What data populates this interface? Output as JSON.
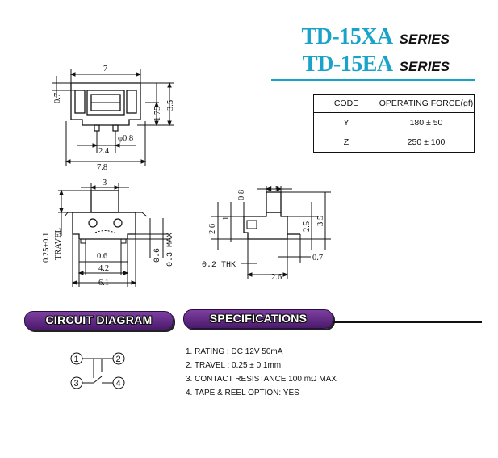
{
  "header": {
    "model_1": "TD-15XA",
    "model_2": "TD-15EA",
    "series_label": "SERIES"
  },
  "force_table": {
    "headers": [
      "CODE",
      "OPERATING FORCE(gf)"
    ],
    "rows": [
      {
        "code": "Y",
        "force": "180 ± 50"
      },
      {
        "code": "Z",
        "force": "250 ± 100"
      }
    ]
  },
  "dimensions": {
    "top_width": "7",
    "top_left_height": "0.7",
    "top_right_height": "1.75",
    "top_total_height": "3.5",
    "pin_spacing": "2.4",
    "pin_diameter": "φ0.8",
    "base_width": "7.8",
    "front_top": "3",
    "front_travel": "0.25±0.1",
    "front_travel_label": "TRAVEL",
    "front_inner_pad": "0.6",
    "front_pad_spacing": "4.2",
    "front_total": "6.1",
    "front_height_a": "0.6",
    "front_height_b": "0.3 MAX",
    "side_top": "1.5",
    "side_top_offset": "0.8",
    "side_height": "2.6",
    "side_stem": "1",
    "side_right_a": "2.5",
    "side_right_total": "3.5",
    "side_lead": "0.7",
    "side_thk": "0.2 THK",
    "side_bottom": "2.6"
  },
  "sections": {
    "circuit_title": "CIRCUIT DIAGRAM",
    "spec_title": "SPECIFICATIONS"
  },
  "circuit": {
    "pin1": "1",
    "pin2": "2",
    "pin3": "3",
    "pin4": "4"
  },
  "specifications": [
    "1. RATING : DC 12V  50mA",
    "2. TRAVEL : 0.25 ± 0.1mm",
    "3. CONTACT RESISTANCE 100 mΩ MAX",
    "4. TAPE & REEL OPTION: YES"
  ]
}
